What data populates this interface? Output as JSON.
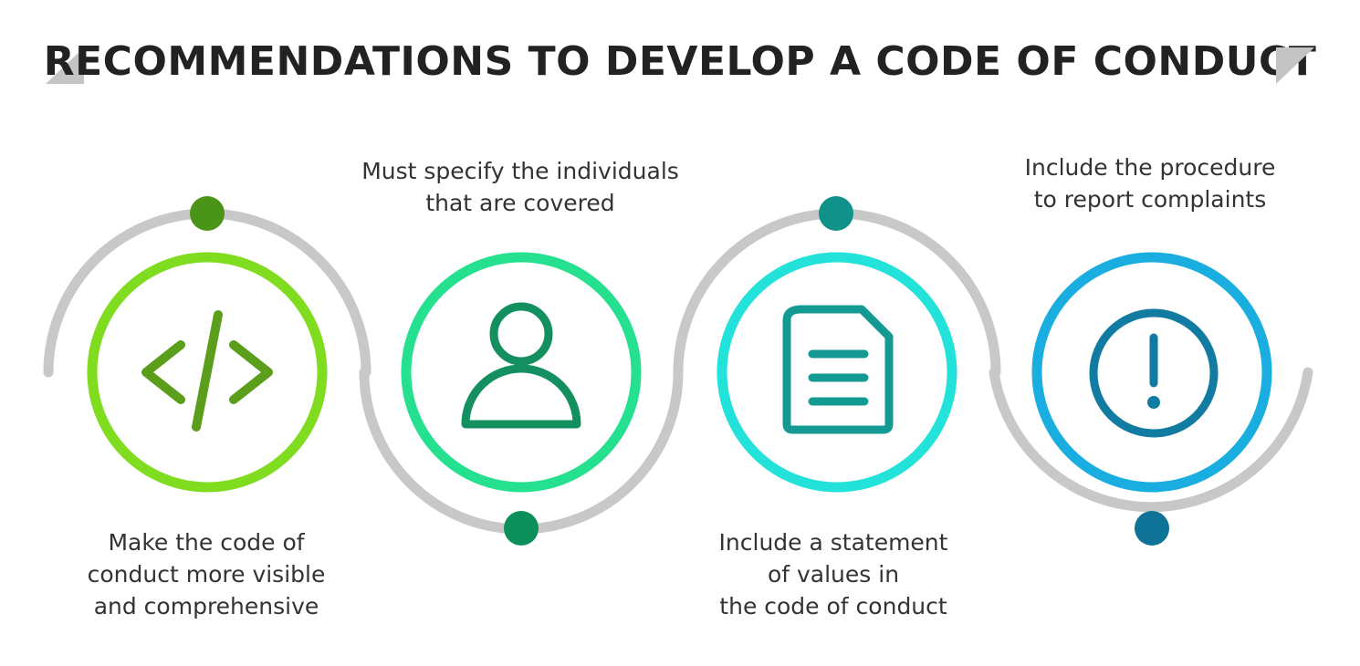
{
  "title": "RECOMMENDATIONS TO DEVELOP A CODE OF CONDUCT",
  "colors": {
    "track": "#c8c8c8",
    "triangle": "#c4c4c4",
    "step1_ring": "#7fdc1e",
    "step1_icon": "#5a9e1c",
    "step1_dot": "#4a9418",
    "step2_ring": "#25e08e",
    "step2_icon": "#149060",
    "step2_dot": "#0d8f5b",
    "step3_ring": "#22e2da",
    "step3_icon": "#149a92",
    "step3_dot": "#10918a",
    "step4_ring": "#1aaee0",
    "step4_icon": "#127ba1",
    "step4_dot": "#0f7397"
  },
  "steps": [
    {
      "icon": "code-icon",
      "lines": [
        "Make the code of",
        "conduct more visible",
        "and comprehensive"
      ]
    },
    {
      "icon": "person-icon",
      "lines": [
        "Must specify the individuals",
        "that are covered"
      ]
    },
    {
      "icon": "document-icon",
      "lines": [
        "Include a statement",
        "of values in",
        "the code of conduct"
      ]
    },
    {
      "icon": "alert-icon",
      "lines": [
        "Include the procedure",
        "to report complaints"
      ]
    }
  ]
}
